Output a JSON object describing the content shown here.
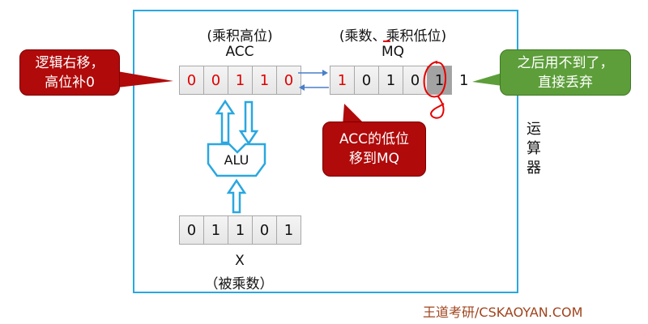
{
  "acc": {
    "caption": "(乘积高位)",
    "name": "ACC",
    "bits": [
      "0",
      "0",
      "1",
      "1",
      "0"
    ]
  },
  "mq": {
    "caption": "(乘数、乘积低位)",
    "name": "MQ",
    "bits": [
      "1",
      "0",
      "1",
      "0",
      "1"
    ],
    "shifted_out": "1"
  },
  "alu": {
    "label": "ALU"
  },
  "x": {
    "name": "X",
    "caption": "（被乘数）",
    "bits": [
      "0",
      "1",
      "1",
      "0",
      "1"
    ]
  },
  "callouts": {
    "left": {
      "line1": "逻辑右移，",
      "line2": "高位补0"
    },
    "right": {
      "line1": "之后用不到了，",
      "line2": "直接丢弃"
    },
    "middle": {
      "line1": "ACC的低位",
      "line2": "移到MQ"
    }
  },
  "unit_label": "运算器",
  "footer": "王道考研/CSKAOYAN.COM",
  "colors": {
    "frame": "#2aa7e0",
    "red_bits": "#e00000",
    "red_callout": "#b00a0a",
    "green_callout": "#5d9e3a",
    "footer": "#a0431c"
  }
}
